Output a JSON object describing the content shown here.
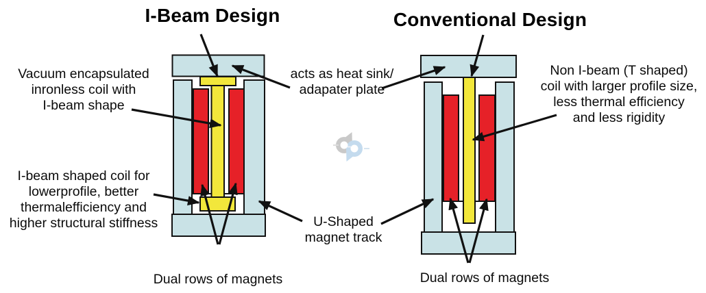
{
  "palette": {
    "track_blue": "#c9e2e6",
    "magnet_red": "#e62128",
    "coil_yellow": "#f2e73b",
    "cavity_white": "#ffffff",
    "outline": "#111111",
    "watermark_gray": "#c9c9c9",
    "watermark_blue": "#c4dbee"
  },
  "left_panel": {
    "title": "I-Beam Design",
    "callouts": {
      "vacuum_coil": "Vacuum encapsulated\ninronless coil with\nI-beam shape",
      "ibeam_benefits": "I-beam shaped coil for\nlowerprofile, better\nthermalefficiency and\nhigher structural stiffness",
      "dual_rows": "Dual rows of magnets"
    }
  },
  "center": {
    "heat_sink": "acts as heat sink/\nadapater plate",
    "u_shaped": "U-Shaped\nmagnet track"
  },
  "right_panel": {
    "title": "Conventional Design",
    "callouts": {
      "non_ibeam": "Non I-beam (T shaped)\ncoil with larger profile size,\nless thermal efficiency\nand less rigidity",
      "dual_rows": "Dual rows of magnets"
    }
  },
  "watermark": {
    "icon": "dp-logo"
  }
}
